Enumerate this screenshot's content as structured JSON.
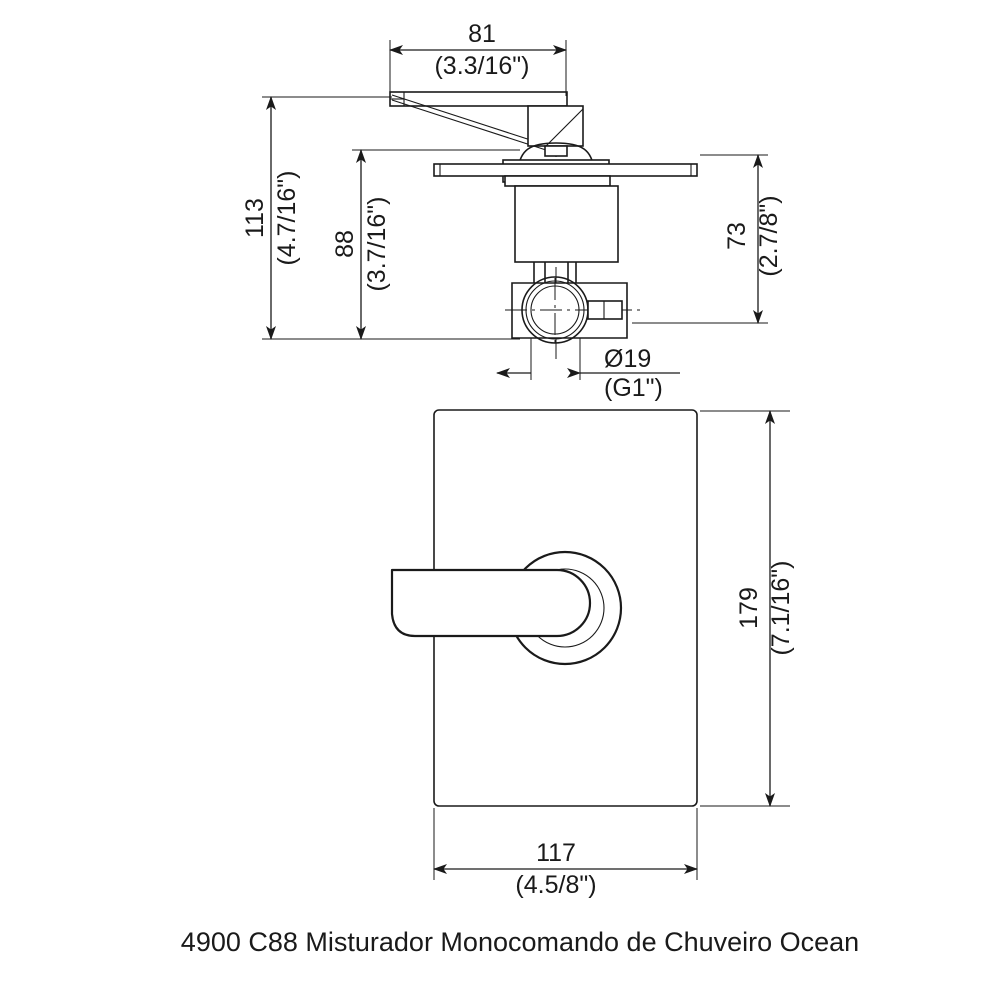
{
  "document": {
    "type": "technical-drawing",
    "caption": "4900 C88 Misturador Monocomando de Chuveiro Ocean",
    "line_color": "#1a1a1a",
    "background_color": "#ffffff"
  },
  "views": {
    "side_view": {
      "name": "side-section-view",
      "description": "Side sectional view of shower mixer valve body with lever handle"
    },
    "front_view": {
      "name": "front-elevation-view",
      "description": "Front elevation of rectangular escutcheon plate with lever handle and rosette"
    }
  },
  "dimensions": {
    "width_top": {
      "metric": "81",
      "imperial": "(3.3/16\")"
    },
    "height_overall": {
      "metric": "113",
      "imperial": "(4.7/16\")"
    },
    "height_body": {
      "metric": "88",
      "imperial": "(3.7/16\")"
    },
    "height_right": {
      "metric": "73",
      "imperial": "(2.7/8\")"
    },
    "bore_diameter": {
      "metric": "Ø19",
      "imperial": "(G1\")"
    },
    "plate_height": {
      "metric": "179",
      "imperial": "(7.1/16\")"
    },
    "plate_width": {
      "metric": "117",
      "imperial": "(4.5/8\")"
    }
  }
}
